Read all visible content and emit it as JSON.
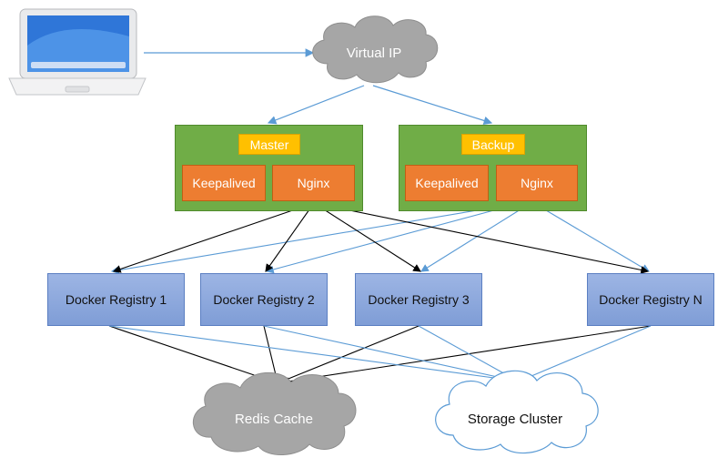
{
  "virtual_ip": {
    "label": "Virtual IP"
  },
  "master": {
    "title": "Master",
    "keepalived": "Keepalived",
    "nginx": "Nginx"
  },
  "backup": {
    "title": "Backup",
    "keepalived": "Keepalived",
    "nginx": "Nginx"
  },
  "registries": [
    {
      "label": "Docker Registry 1"
    },
    {
      "label": "Docker Registry 2"
    },
    {
      "label": "Docker Registry 3"
    },
    {
      "label": "Docker Registry N"
    }
  ],
  "redis": {
    "label": "Redis Cache"
  },
  "storage": {
    "label": "Storage Cluster"
  },
  "colors": {
    "group": "#70ad47",
    "component": "#ed7d31",
    "role_badge": "#ffc000",
    "registry": "#8faadc",
    "cloud_gray": "#a6a6a6",
    "arrow_blue": "#5b9bd5",
    "arrow_black": "#000000"
  }
}
